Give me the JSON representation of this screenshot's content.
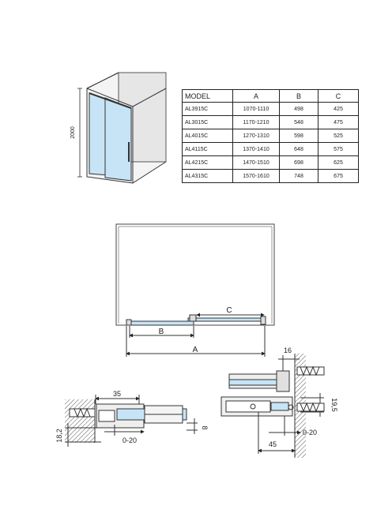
{
  "table": {
    "headers": [
      "MODEL",
      "A",
      "B",
      "C"
    ],
    "rows": [
      [
        "AL3915C",
        "1070-1110",
        "498",
        "425"
      ],
      [
        "AL3015C",
        "1170-1210",
        "548",
        "475"
      ],
      [
        "AL4015C",
        "1270-1310",
        "598",
        "525"
      ],
      [
        "AL4115C",
        "1370-1410",
        "648",
        "575"
      ],
      [
        "AL4215C",
        "1470-1510",
        "698",
        "625"
      ],
      [
        "AL4315C",
        "1570-1610",
        "748",
        "675"
      ]
    ]
  },
  "perspective": {
    "height_label": "2000"
  },
  "plan": {
    "label_a": "A",
    "label_b": "B",
    "label_c": "C"
  },
  "detail_left": {
    "dim_35": "35",
    "dim_0_20": "0-20",
    "dim_18_2": "18,2",
    "dim_8": "8"
  },
  "detail_right": {
    "dim_16": "16",
    "dim_19_5": "19,5",
    "dim_0_20": "0-20",
    "dim_45": "45"
  },
  "colors": {
    "glass": "#c6e4f6",
    "line": "#222222",
    "wall": "#dddddd"
  }
}
